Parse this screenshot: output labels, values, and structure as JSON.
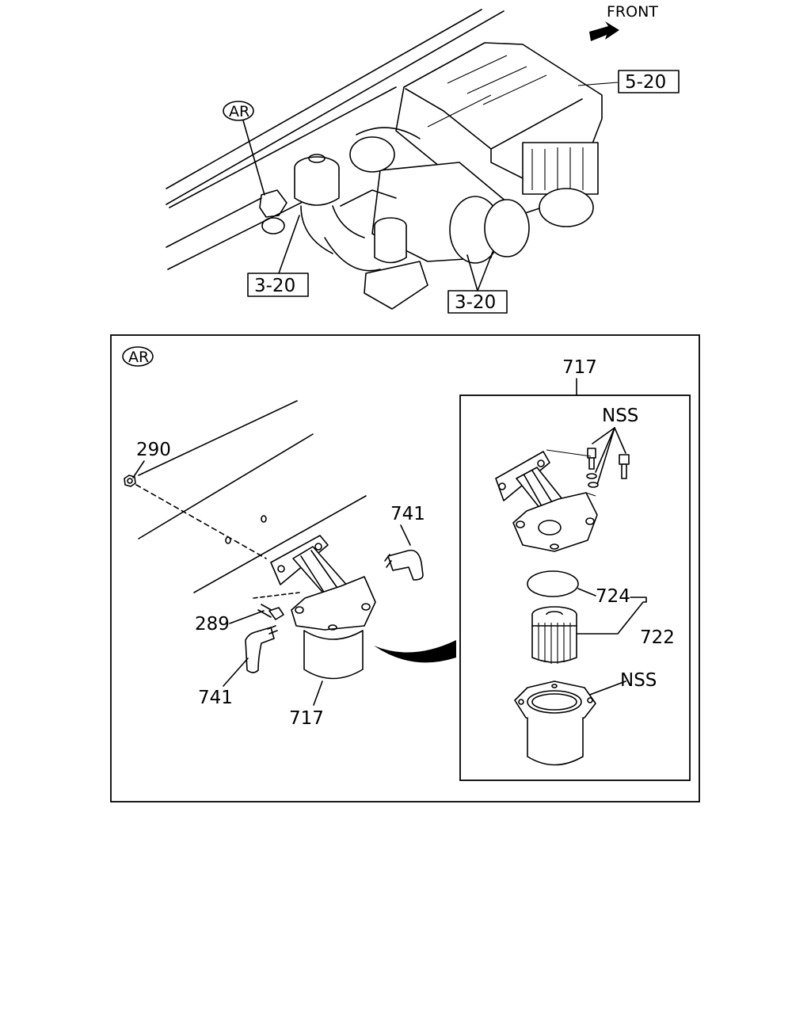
{
  "top_view": {
    "front_label": "FRONT",
    "ar_circle_label": "AR",
    "ref_box_engine": "5-20",
    "ref_box_left": "3-20",
    "ref_box_right": "3-20"
  },
  "detail_view": {
    "ar_circle_label": "AR",
    "callouts": {
      "nut": "290",
      "bolt": "289",
      "elbow_upper": "741",
      "elbow_lower": "741",
      "filter_assembly": "717"
    },
    "inset": {
      "title": "717",
      "nss_top": "NSS",
      "o_ring": "724",
      "element_kit": "722",
      "nss_bottom": "NSS"
    }
  }
}
